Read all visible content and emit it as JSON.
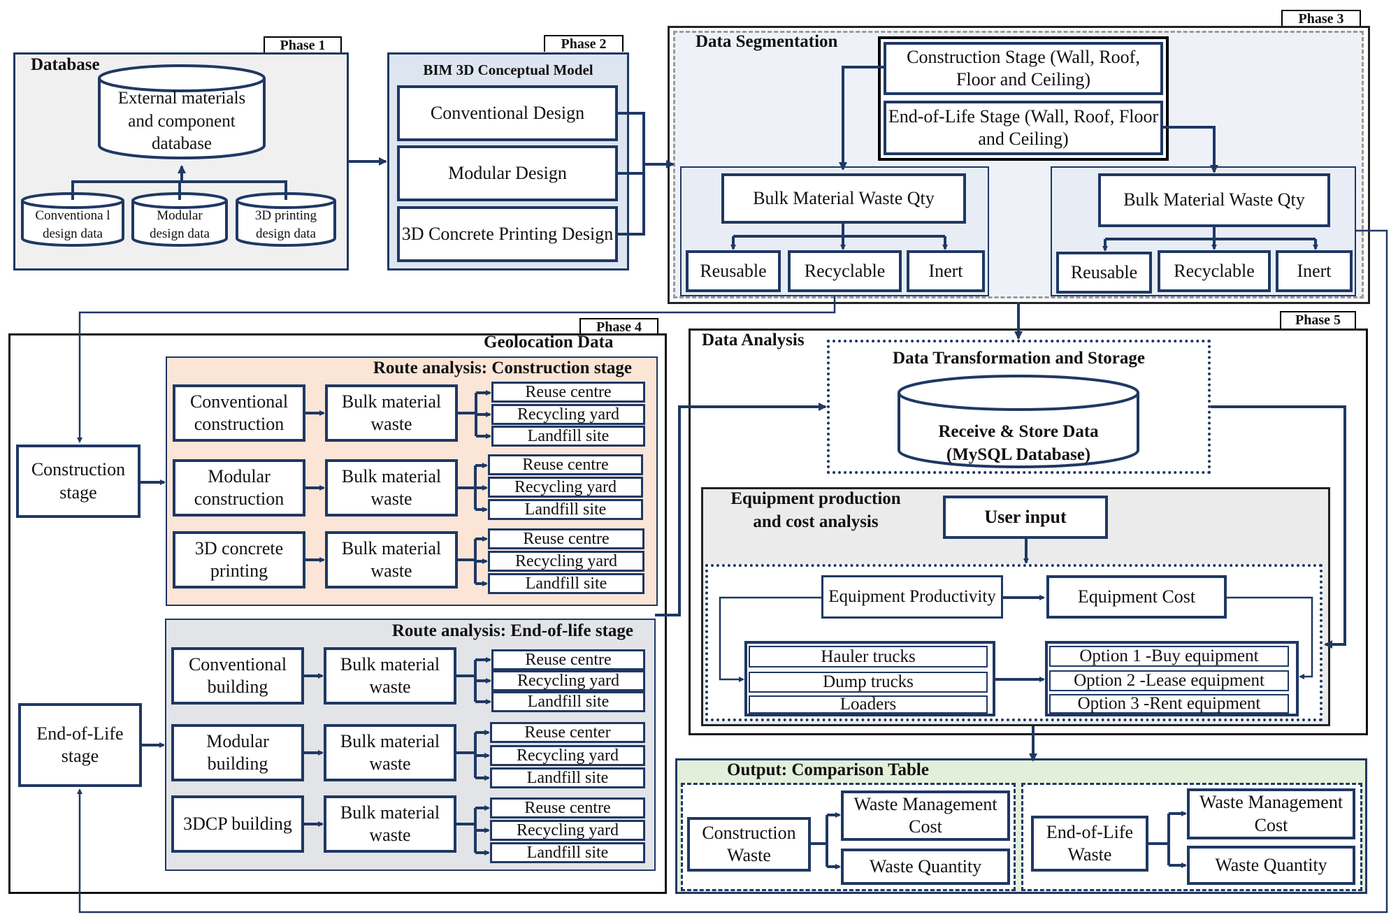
{
  "phases": {
    "p1": "Phase 1",
    "p2": "Phase 2",
    "p3": "Phase 3",
    "p4": "Phase 4",
    "p5": "Phase 5"
  },
  "database": {
    "title": "Database",
    "main": "External materials and component database",
    "sources": [
      "Conventiona l design data",
      "Modular design data",
      "3D printing design data"
    ]
  },
  "bim": {
    "title": "BIM 3D Conceptual Model",
    "designs": [
      "Conventional Design",
      "Modular Design",
      "3D Concrete Printing Design"
    ]
  },
  "segmentation": {
    "title": "Data Segmentation",
    "construction_stage": "Construction Stage (Wall, Roof, Floor and Ceiling)",
    "eol_stage": "End-of-Life Stage (Wall, Roof, Floor and Ceiling)",
    "left": {
      "qty": "Bulk Material Waste Qty",
      "cats": [
        "Reusable",
        "Recyclable",
        "Inert"
      ]
    },
    "right": {
      "qty": "Bulk  Material Waste Qty",
      "cats": [
        "Reusable",
        "Recyclable",
        "Inert"
      ]
    }
  },
  "geolocation": {
    "title": "Geolocation Data",
    "construction_stage": "Construction stage",
    "eol_stage": "End-of-Life stage",
    "construction_route": {
      "title": "Route analysis: Construction stage",
      "rows": [
        {
          "type": "Conventional construction",
          "waste": "Bulk material waste",
          "dest": [
            "Reuse centre",
            "Recycling yard",
            "Landfill site"
          ]
        },
        {
          "type": "Modular construction",
          "waste": "Bulk material waste",
          "dest": [
            "Reuse centre",
            "Recycling yard",
            "Landfill site"
          ]
        },
        {
          "type": "3D concrete printing",
          "waste": "Bulk material waste",
          "dest": [
            "Reuse centre",
            "Recycling yard",
            "Landfill site"
          ]
        }
      ]
    },
    "eol_route": {
      "title": "Route analysis: End-of-life stage",
      "rows": [
        {
          "type": "Conventional building",
          "waste": "Bulk material waste",
          "dest": [
            "Reuse centre",
            "Recycling yard",
            "Landfill site"
          ]
        },
        {
          "type": "Modular building",
          "waste": "Bulk material waste",
          "dest": [
            "Reuse center",
            "Recycling yard",
            "Landfill site"
          ]
        },
        {
          "type": "3DCP building",
          "waste": "Bulk material waste",
          "dest": [
            "Reuse centre",
            "Recycling yard",
            "Landfill site"
          ]
        }
      ]
    }
  },
  "analysis": {
    "title": "Data Analysis",
    "transform_title": "Data Transformation and Storage",
    "db_label": "Receive & Store Data (MySQL Database)",
    "equipment_title": "Equipment production and  cost analysis",
    "user_input": "User input",
    "productivity": "Equipment Productivity",
    "cost": "Equipment Cost",
    "equipment": [
      "Hauler trucks",
      "Dump trucks",
      "Loaders"
    ],
    "options": [
      "Option 1 -Buy equipment",
      "Option 2 -Lease equipment",
      "Option 3 -Rent equipment"
    ]
  },
  "output": {
    "title": "Output: Comparison Table",
    "left": {
      "source": "Construction Waste",
      "items": [
        "Waste Management Cost",
        "Waste Quantity"
      ]
    },
    "right": {
      "source": "End-of-Life Waste",
      "items": [
        "Waste Management Cost",
        "Waste Quantity"
      ]
    }
  },
  "colors": {
    "line": "#1f3864",
    "db_panel": "#f0f0f0",
    "bim_panel": "#dde6f0",
    "segment_panel": "#eef2f8",
    "construction_route_panel": "#fbe5d6",
    "eol_route_panel": "#e2e4e8",
    "equipment_panel": "#ebebeb",
    "output_panel": "#e2efda"
  }
}
